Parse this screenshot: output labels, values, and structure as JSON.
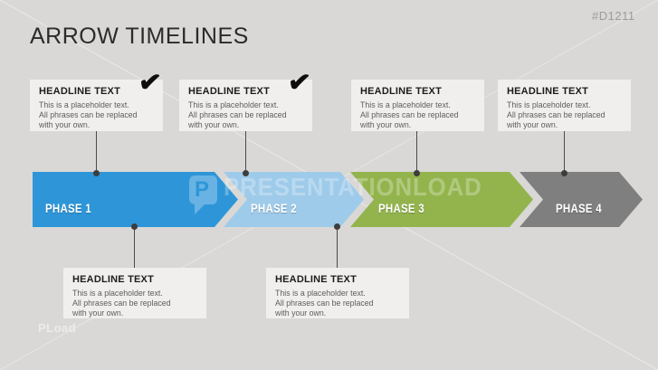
{
  "slide": {
    "title": "ARROW TIMELINES",
    "code": "#D1211",
    "check_glyph": "✔"
  },
  "watermark": {
    "text": "PRESENTATIONLOAD",
    "logo_letter": "P",
    "corner_text": "PLoad"
  },
  "callouts_top": [
    {
      "headline": "HEADLINE TEXT",
      "body": "This is a placeholder text.\nAll phrases can be replaced\nwith your own.",
      "checked": true
    },
    {
      "headline": "HEADLINE TEXT",
      "body": "This is a placeholder text.\nAll phrases can be replaced\nwith your own.",
      "checked": true
    },
    {
      "headline": "HEADLINE TEXT",
      "body": "This is a placeholder text.\nAll phrases can be replaced\nwith your own.",
      "checked": false
    },
    {
      "headline": "HEADLINE TEXT",
      "body": "This is placeholder text.\nAll phrases can be replaced\nwith your own.",
      "checked": false
    }
  ],
  "callouts_bottom": [
    {
      "headline": "HEADLINE TEXT",
      "body": "This is a placeholder text.\nAll phrases can be replaced\nwith your own."
    },
    {
      "headline": "HEADLINE TEXT",
      "body": "This is a placeholder text.\nAll phrases can be replaced\nwith your own."
    }
  ],
  "phases": [
    {
      "label": "PHASE 1",
      "color": "#2e96d8"
    },
    {
      "label": "PHASE 2",
      "color": "#9ecbea"
    },
    {
      "label": "PHASE 3",
      "color": "#93b44d"
    },
    {
      "label": "PHASE 4",
      "color": "#7f7f7f"
    }
  ]
}
